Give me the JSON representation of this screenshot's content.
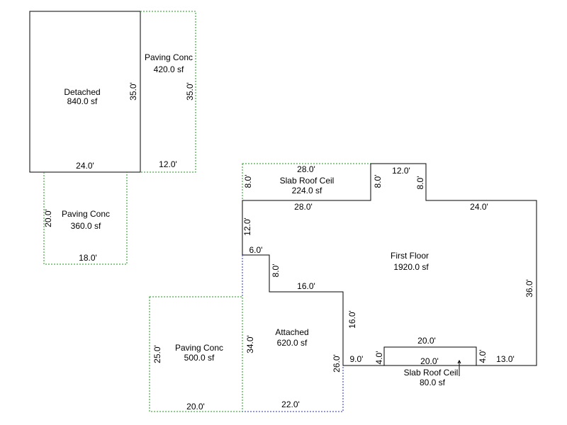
{
  "areas": {
    "detached": {
      "name": "Detached",
      "area": "840.0 sf"
    },
    "paving_top": {
      "name": "Paving Conc",
      "area": "420.0 sf"
    },
    "paving_left": {
      "name": "Paving Conc",
      "area": "360.0 sf"
    },
    "slab_top": {
      "name": "Slab Roof Ceil",
      "area": "224.0 sf"
    },
    "first_floor": {
      "name": "First Floor",
      "area": "1920.0 sf"
    },
    "attached": {
      "name": "Attached",
      "area": "620.0 sf"
    },
    "paving_bottom": {
      "name": "Paving Conc",
      "area": "500.0 sf"
    },
    "slab_bottom": {
      "name": "Slab Roof Ceil",
      "area": "80.0 sf"
    }
  },
  "dimensions": {
    "detached_bottom": "24.0'",
    "detached_right": "35.0'",
    "paving_top_right": "35.0'",
    "paving_top_bottom": "12.0'",
    "paving_left_side": "20.0'",
    "paving_left_bottom": "18.0'",
    "slab_top_top": "28.0'",
    "slab_top_left": "8.0'",
    "slab_top_right": "8.0'",
    "slab_top_bottom": "28.0'",
    "ff_top_12": "12.0'",
    "ff_step_8": "8.0'",
    "ff_top_24": "24.0'",
    "ff_right_36": "36.0'",
    "ff_left_12": "12.0'",
    "ff_step_6": "6.0'",
    "ff_step_8b": "8.0'",
    "ff_16_horiz": "16.0'",
    "ff_16_vert": "16.0'",
    "ff_9": "9.0'",
    "ff_4_left": "4.0'",
    "ff_20_top": "20.0'",
    "ff_20_bottom": "20.0'",
    "ff_4_right": "4.0'",
    "ff_13": "13.0'",
    "att_34": "34.0'",
    "att_26": "26.0'",
    "att_22": "22.0'",
    "pav_25": "25.0'",
    "pav_20": "20.0'"
  }
}
